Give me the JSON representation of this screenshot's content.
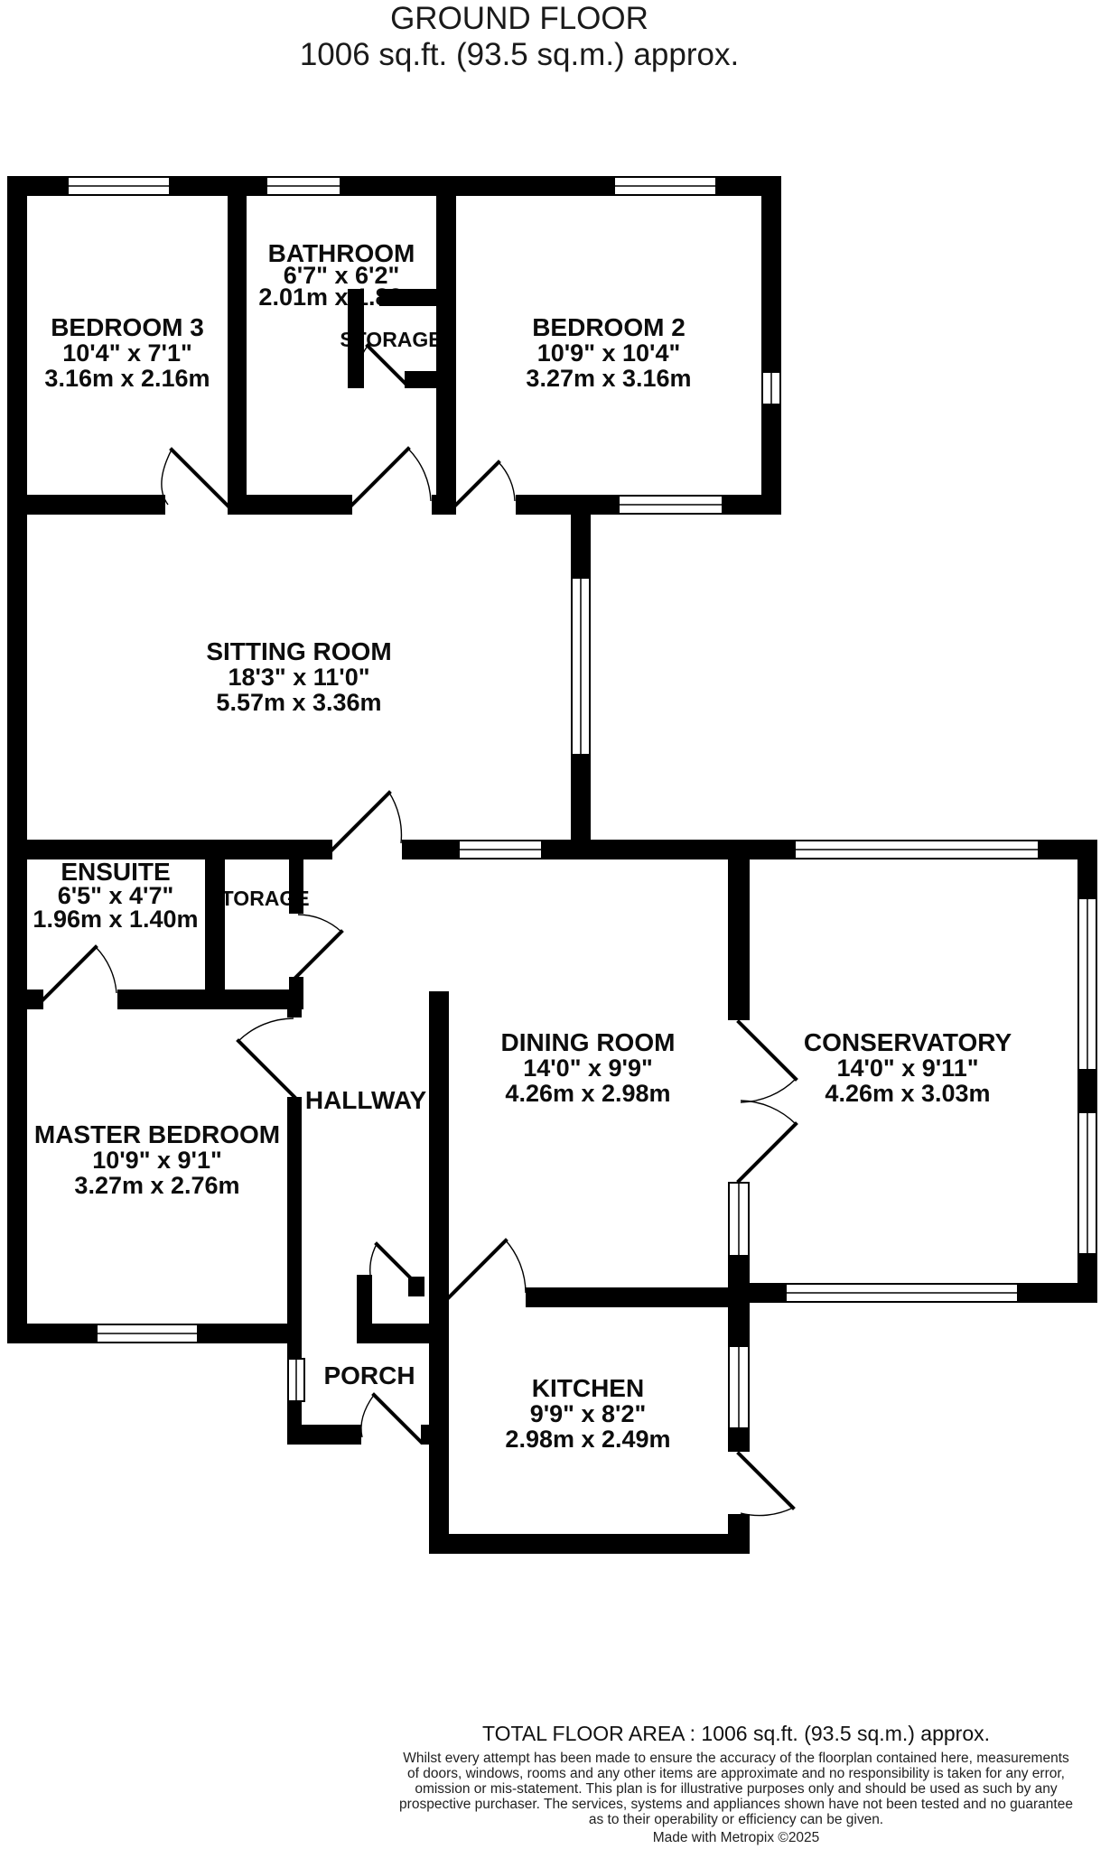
{
  "title": {
    "line1": "GROUND FLOOR",
    "line2": "1006 sq.ft. (93.5 sq.m.) approx."
  },
  "rooms": {
    "bedroom3": {
      "name": "BEDROOM 3",
      "imperial": "10'4\"  x 7'1\"",
      "metric": "3.16m  x 2.16m"
    },
    "bathroom": {
      "name": "BATHROOM",
      "imperial": "6'7\"  x 6'2\"",
      "metric": "2.01m  x 1.88m"
    },
    "bedroom2": {
      "name": "BEDROOM 2",
      "imperial": "10'9\"  x 10'4\"",
      "metric": "3.27m  x 3.16m"
    },
    "sitting_room": {
      "name": "SITTING ROOM",
      "imperial": "18'3\"  x 11'0\"",
      "metric": "5.57m  x 3.36m"
    },
    "ensuite": {
      "name": "ENSUITE",
      "imperial": "6'5\"  x 4'7\"",
      "metric": "1.96m  x 1.40m"
    },
    "storage_top": {
      "name": "STORAGE"
    },
    "storage_hall": {
      "name": "STORAGE"
    },
    "hallway": {
      "name": "HALLWAY"
    },
    "master": {
      "name": "MASTER BEDROOM",
      "imperial": "10'9\"  x 9'1\"",
      "metric": "3.27m  x 2.76m"
    },
    "dining": {
      "name": "DINING ROOM",
      "imperial": "14'0\"  x 9'9\"",
      "metric": "4.26m  x 2.98m"
    },
    "conservatory": {
      "name": "CONSERVATORY",
      "imperial": "14'0\"  x 9'11\"",
      "metric": "4.26m  x 3.03m"
    },
    "kitchen": {
      "name": "KITCHEN",
      "imperial": "9'9\"  x 8'2\"",
      "metric": "2.98m  x 2.49m"
    },
    "porch": {
      "name": "PORCH"
    }
  },
  "footer": {
    "total": "TOTAL FLOOR AREA : 1006 sq.ft. (93.5 sq.m.) approx.",
    "disclaimer": [
      "Whilst every attempt has been made to ensure the accuracy of the floorplan contained here, measurements",
      "of doors, windows, rooms and any other items are approximate and no responsibility is taken for any error,",
      "omission or mis-statement. This plan is for illustrative purposes only and should be used as such by any",
      "prospective purchaser. The services, systems and appliances shown have not been tested and no guarantee",
      "as to their operability or efficiency can be given."
    ],
    "credit": "Made with Metropix ©2025"
  }
}
